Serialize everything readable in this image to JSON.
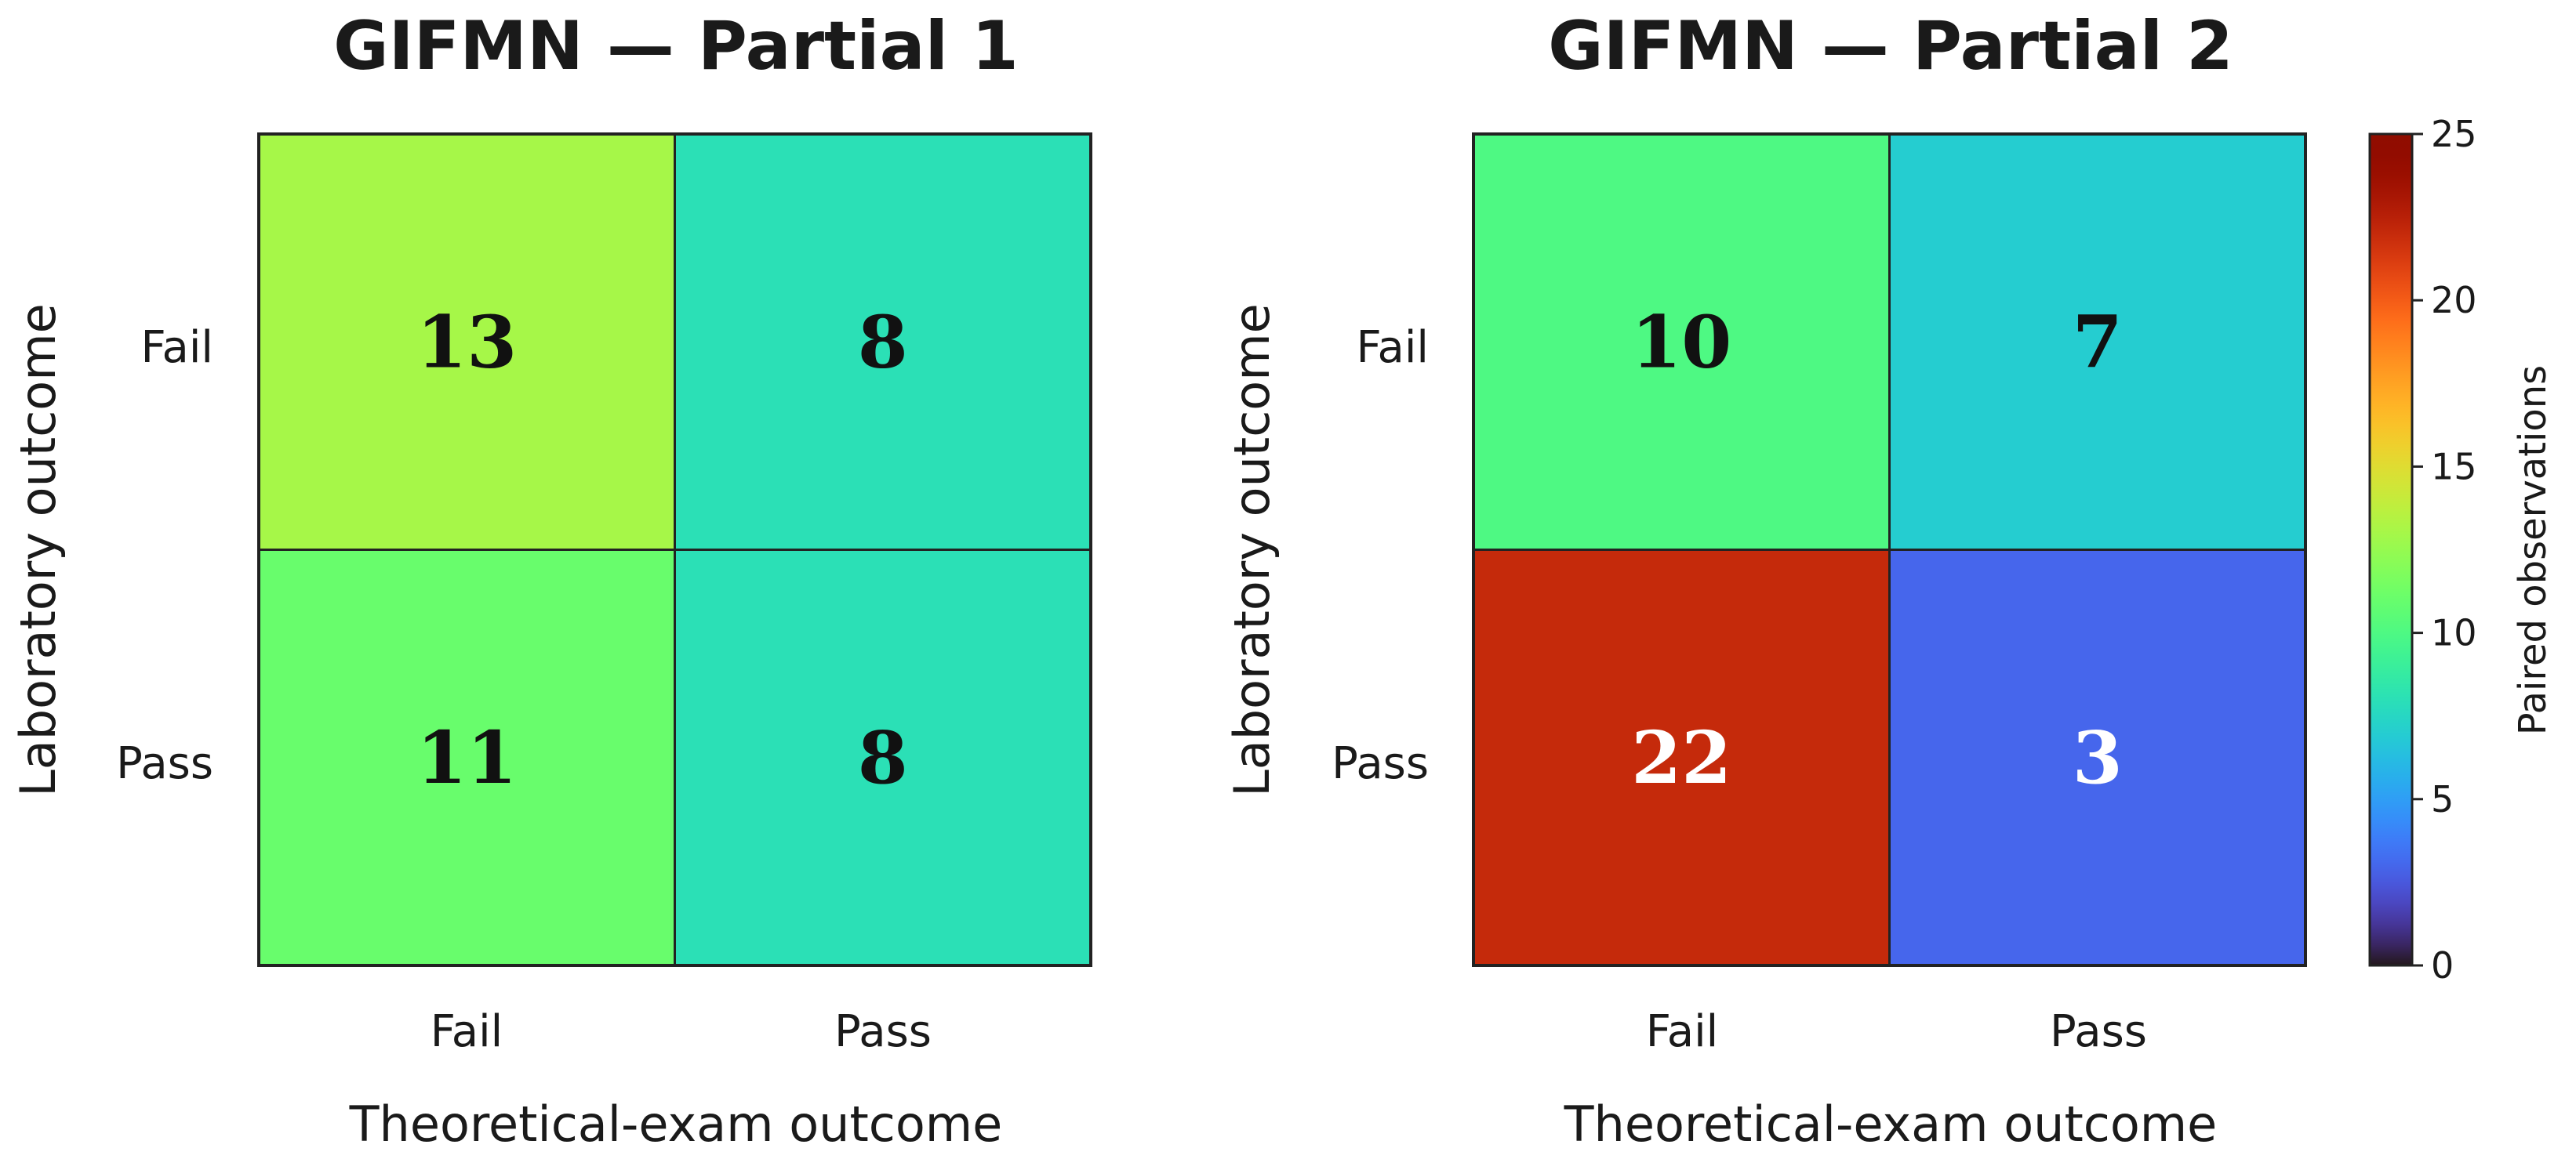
{
  "chart_data": [
    {
      "type": "heatmap",
      "title": "GIFMN — Partial 1",
      "xlabel": "Theoretical-exam outcome",
      "ylabel": "Laboratory outcome",
      "x_categories": [
        "Fail",
        "Pass"
      ],
      "y_categories": [
        "Fail",
        "Pass"
      ],
      "values": [
        [
          13,
          8
        ],
        [
          11,
          8
        ]
      ],
      "colorscale": "turbo",
      "vmin": 0,
      "vmax": 25
    },
    {
      "type": "heatmap",
      "title": "GIFMN — Partial 2",
      "xlabel": "Theoretical-exam outcome",
      "ylabel": "Laboratory outcome",
      "x_categories": [
        "Fail",
        "Pass"
      ],
      "y_categories": [
        "Fail",
        "Pass"
      ],
      "values": [
        [
          10,
          7
        ],
        [
          22,
          3
        ]
      ],
      "colorscale": "turbo",
      "vmin": 0,
      "vmax": 25
    }
  ],
  "colorbar": {
    "label": "Paired observations",
    "ticks": [
      0,
      5,
      10,
      15,
      20,
      25
    ],
    "range": [
      0,
      25
    ]
  }
}
